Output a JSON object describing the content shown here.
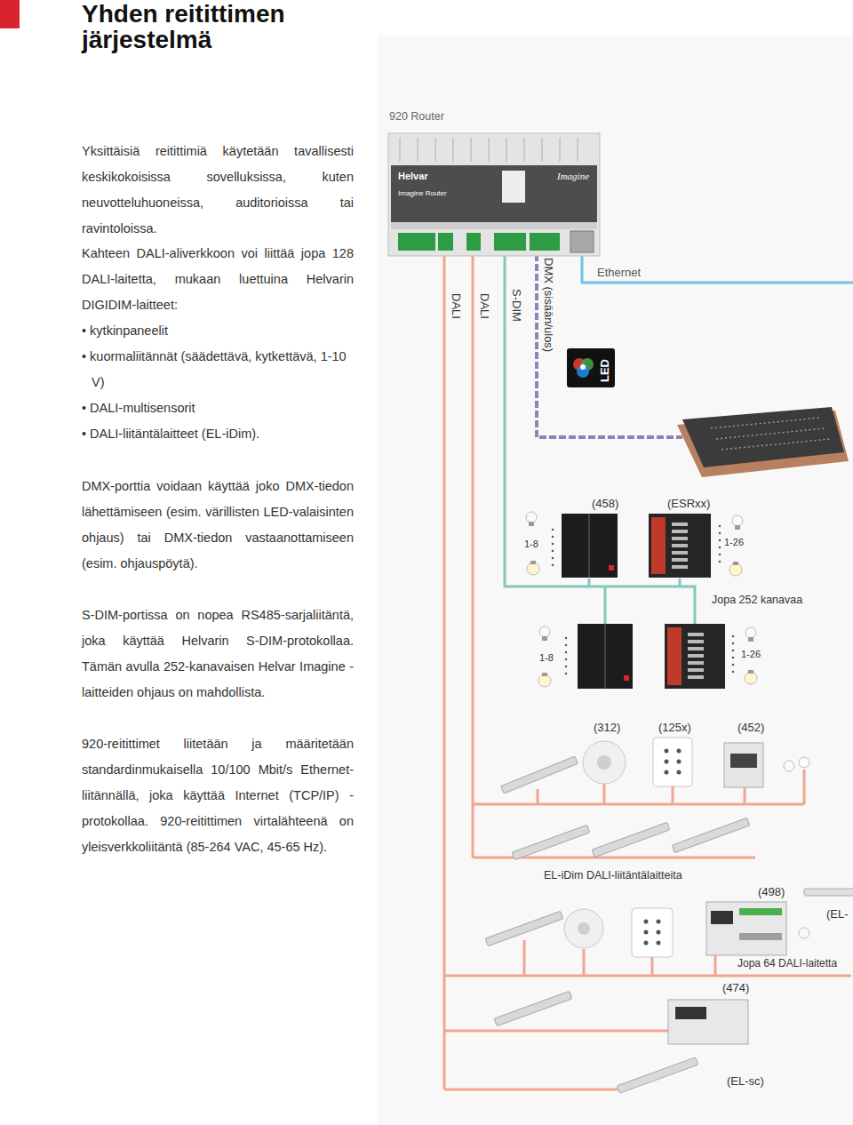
{
  "diagram": {
    "title": "Yhden reitittimen järjestelmä",
    "nodes": [
      {
        "text": [
          "920 Router",
          "Helvar",
          "Imagine Router",
          "Imagine"
        ]
      },
      {
        "text": [
          "LED"
        ]
      }
    ],
    "labels": [
      "Yksittäisiä reitittimiä käytetään tavallisesti keskikokoisissa sovelluksissa, kuten neuvotteluhuoneissa, auditorioissa tai ravintoloissa.",
      "Kahteen DALI-aliverkkoon voi liittää jopa 128 DALI-laitetta, mukaan luettuina Helvarin DIGIDIM-laitteet:",
      "• kytkinpaneelit",
      "• kuormaliitännät (säädettävä, kytkettävä, 1-10 V)",
      "• DALI-multisensorit",
      "• DALI-liitäntälaitteet (EL-iDim).",
      "DMX-porttia voidaan käyttää joko DMX-tiedon lähettämiseen (esim. värillisten LED-valaisinten ohjaus) tai DMX-tiedon vastaanottamiseen (esim. ohjauspöytä).",
      "S-DIM-portissa on nopea RS485-sarjaliitäntä, joka käyttää Helvarin S-DIM-protokollaa. Tämän avulla 252-kanavaisen Helvar Imagine -laitteiden ohjaus on mahdollista.",
      "920-reitittimet liitetään ja määritetään standardinmukaisella 10/100 Mbit/s Ethernet-liitännällä, joka käyttää Internet (TCP/IP) -protokollaa. 920-reitittimen virtalähteenä on yleisverkkoliitäntä (85-264 VAC, 45-65 Hz).",
      "DALI",
      "DALI",
      "S-DIM",
      "DMX (sisään/ulos)",
      "Ethernet",
      "(458)",
      "(ESRxx)",
      "1-8",
      "1-26",
      "Jopa 252 kanavaa",
      "1-8",
      "1-26",
      "(312)",
      "(125x)",
      "(452)",
      "EL-iDim DALI-liitäntälaitteita",
      "(498)",
      "(EL-",
      "Jopa 64 DALI-laitetta",
      "(474)",
      "(EL-sc)"
    ]
  }
}
